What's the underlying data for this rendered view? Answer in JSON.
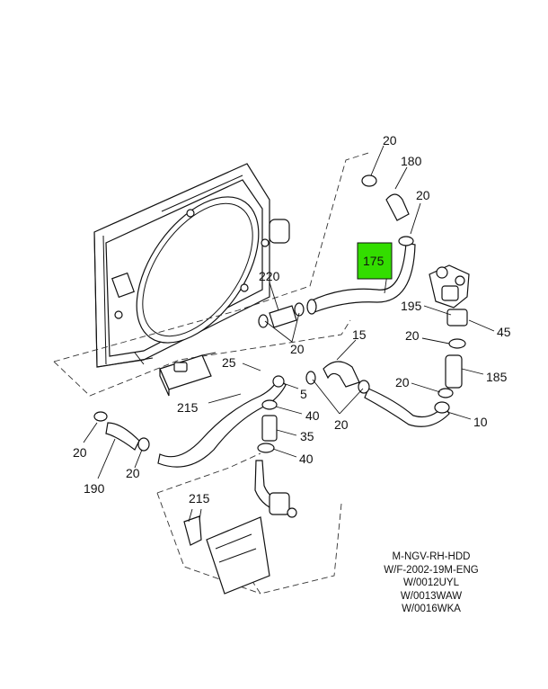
{
  "callouts": {
    "c175": "175",
    "c20_top": "20",
    "c180": "180",
    "c20_upper": "20",
    "c220": "220",
    "c20_mid_left": "20",
    "c195": "195",
    "c45": "45",
    "c15": "15",
    "c20_right1": "20",
    "c25": "25",
    "c5": "5",
    "c185": "185",
    "c20_right2": "20",
    "c10": "10",
    "c215_upper": "215",
    "c40_upper": "40",
    "c20_center": "20",
    "c35": "35",
    "c40_lower": "40",
    "c20_bottom_left": "20",
    "c20_bottom_mid": "20",
    "c190": "190",
    "c215_lower": "215"
  },
  "highlight": {
    "label": "175",
    "color": "#33dd00"
  },
  "caption": {
    "lines": [
      "M-NGV-RH-HDD",
      "W/F-2002-19M-ENG",
      "W/0012UYL",
      "W/0013WAW",
      "W/0016WKA"
    ]
  }
}
